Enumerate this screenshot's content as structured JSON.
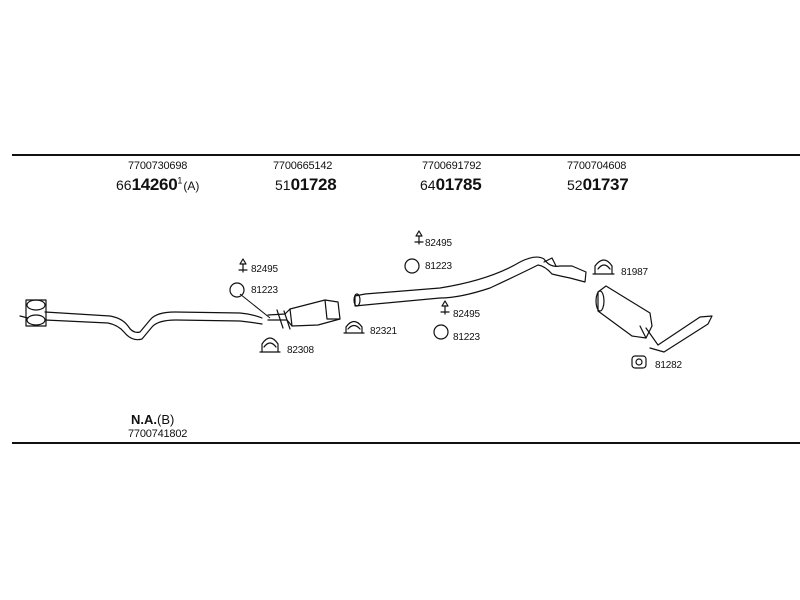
{
  "columns": [
    {
      "part_number": "7700730698",
      "code_prefix": "66",
      "code_main": "14260",
      "code_sup": "1",
      "code_note": "(A)"
    },
    {
      "part_number": "7700665142",
      "code_prefix": "51",
      "code_main": "01728",
      "code_sup": "",
      "code_note": ""
    },
    {
      "part_number": "7700691792",
      "code_prefix": "64",
      "code_main": "01785",
      "code_sup": "",
      "code_note": ""
    },
    {
      "part_number": "7700704608",
      "code_prefix": "52",
      "code_main": "01737",
      "code_sup": "",
      "code_note": ""
    }
  ],
  "accessories": {
    "a1": "82495",
    "a2": "81223",
    "a3": "82308",
    "a4": "82321",
    "a5": "82495",
    "a6": "81223",
    "a7": "82495",
    "a8": "81223",
    "a9": "81987",
    "a10": "81282"
  },
  "footer": {
    "na_label": "N.A.",
    "na_note": "(B)",
    "na_part_number": "7700741802"
  }
}
